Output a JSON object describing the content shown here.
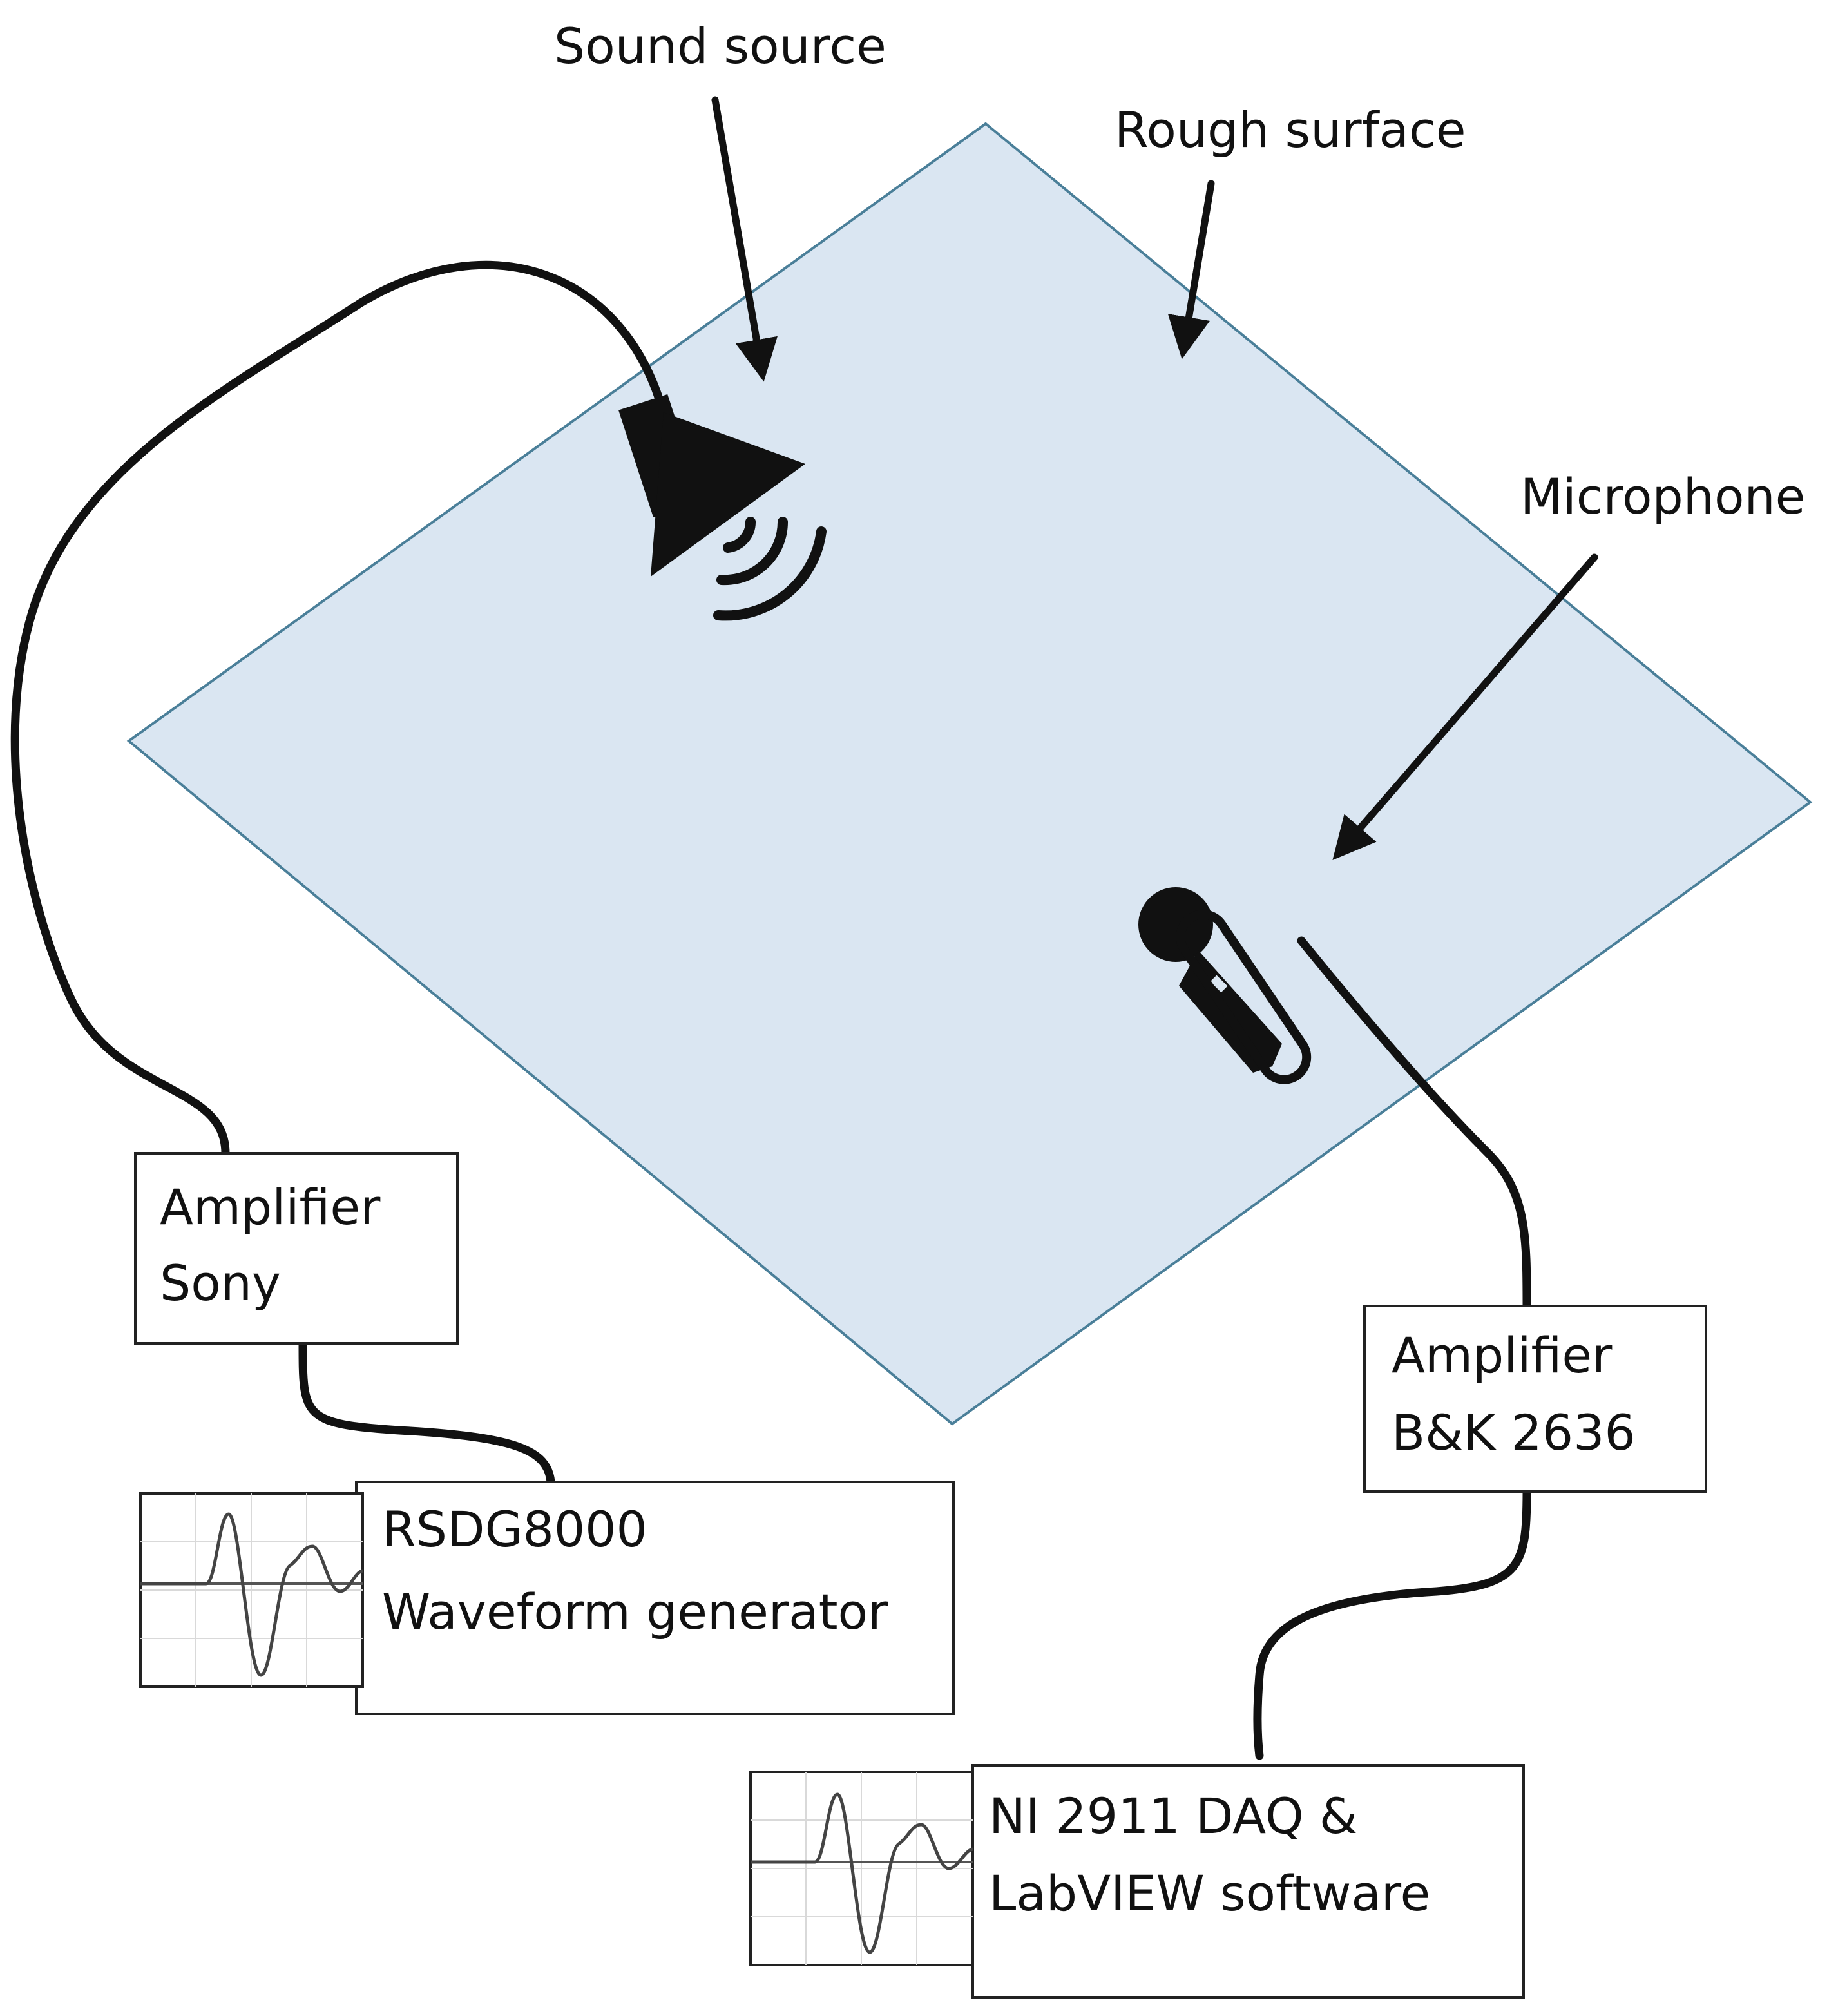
{
  "labels": {
    "sound_source": "Sound source",
    "rough_surface": "Rough surface",
    "microphone": "Microphone"
  },
  "boxes": {
    "amp_sony": {
      "line1": "Amplifier",
      "line2": "Sony"
    },
    "waveform_generator": {
      "line1": "RSDG8000",
      "line2": "Waveform generator"
    },
    "amp_bk": {
      "line1": "Amplifier",
      "line2": "B&K 2636"
    },
    "daq": {
      "line1": "NI 2911 DAQ &",
      "line2": "LabVIEW software"
    }
  },
  "colors": {
    "surface_fill": "#dae6f2",
    "surface_stroke": "#4a7f99",
    "ink": "#111111"
  },
  "icons": {
    "speaker": "speaker-icon",
    "microphone": "microphone-icon",
    "waveform": "waveform-icon"
  }
}
